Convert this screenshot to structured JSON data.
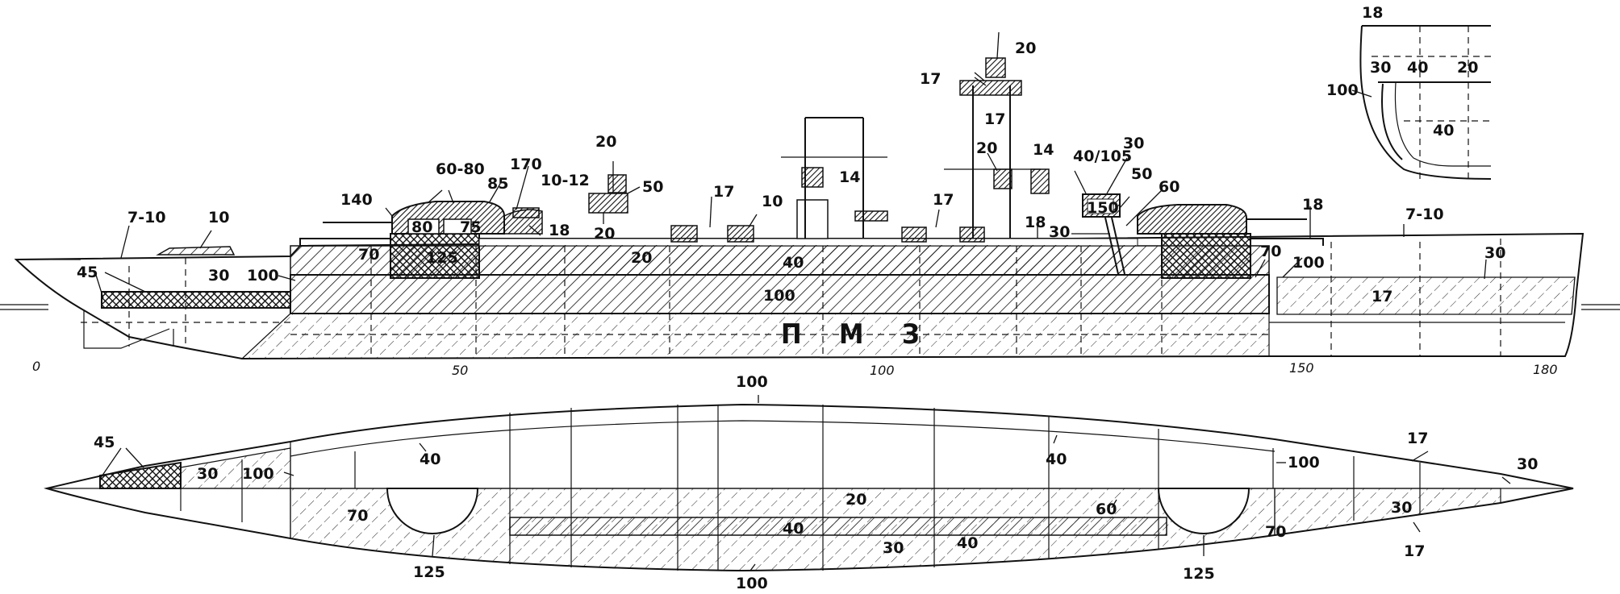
{
  "side_view": {
    "hull_marking": [
      "П",
      "М",
      "З"
    ],
    "scale_ticks": [
      "0",
      "50",
      "100",
      "150",
      "180"
    ],
    "labels": {
      "bow_deck": "7-10",
      "bow_superstructure": "10",
      "bow_belt": "45",
      "fwd_belt": "30",
      "fwd_bulkhead": "100",
      "barbette_upper": "70",
      "main_belt": "100",
      "upper_belt": "40",
      "deck_fwd": "20",
      "casemate_deck": "18",
      "barbette_a": "125",
      "turret_a_side": "80",
      "turret_a_rear": "75",
      "turret_a_roof": "60-80",
      "turret_a_face": "85",
      "conning_tower": "170",
      "turret_a_tag": "140",
      "secondary_gun": "10-12",
      "director_top": "20",
      "director_side": "50",
      "director_base": "20",
      "gun_shield_a": "17",
      "gun_shield_b": "10",
      "funnel": "14",
      "gun_shield_c": "17",
      "mast_top": "20",
      "mast_platform": "17",
      "mast_lower": "17",
      "mast_mid": "20",
      "aft_funnel": "14",
      "aft_tower_roof": "40/105",
      "aft_tower_top": "30",
      "aft_tower_side": "50",
      "aft_tower": "150",
      "aft_conning": "60",
      "aft_deck": "18",
      "aft_tower_deck": "30",
      "aft_barbette": "70",
      "aft_bulkhead": "100",
      "aft_turret_deck": "18",
      "stern_deck": "7-10",
      "stern_belt_top": "30",
      "stern_belt": "17"
    }
  },
  "section_view": {
    "labels": {
      "top_deck": "18",
      "deck_a": "30",
      "deck_b": "40",
      "deck_c": "20",
      "bulwark": "100",
      "belt": "40"
    }
  },
  "plan_view": {
    "labels": {
      "belt_top": "100",
      "bow_cap": "45",
      "bow_deck": "30",
      "fwd_bulkhead": "100",
      "deck_fwd": "40",
      "deck_aft": "40",
      "fwd_barbette_deck": "70",
      "fwd_barbette": "125",
      "centre_deck": "20",
      "inner_deck": "40",
      "lower_deck": "30",
      "keel_deck": "40",
      "aft_deck_60": "60",
      "aft_barbette": "125",
      "aft_barbette_deck": "70",
      "aft_bulkhead": "100",
      "stern_deck": "30",
      "stern_side_top": "17",
      "stern_tip": "30",
      "stern_side_bottom": "17",
      "belt_bottom": "100"
    }
  }
}
